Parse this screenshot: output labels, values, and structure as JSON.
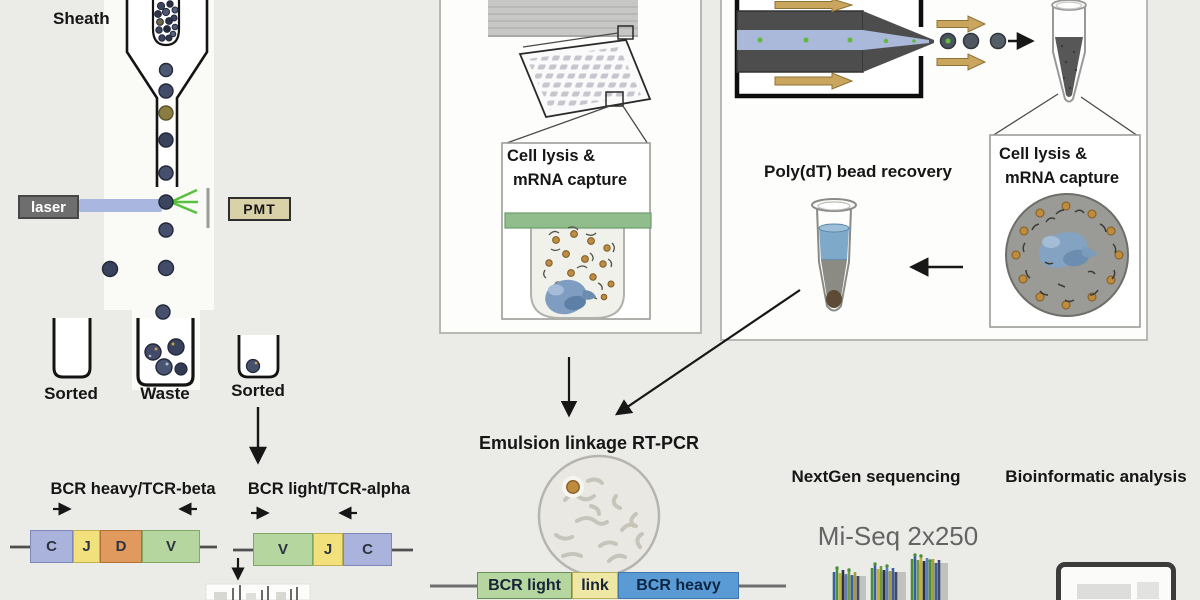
{
  "palette": {
    "background": "#ebece8",
    "segment_c_blue": "#a9b3dc",
    "segment_j_yellow": "#f1e07c",
    "segment_d_orange": "#e09a5e",
    "segment_v_green": "#b5d69e",
    "link_yellow": "#efe8a4",
    "bcr_heavy_blue": "#5b9bd5",
    "lid_green": "#90bd8b",
    "bead_orange": "#bf8b3d",
    "laser_beam_blue": "#a9b6e0",
    "flash_green": "#58c03c",
    "flow_arrow_tan": "#c9a55e",
    "cell_navy": "#4d5874"
  },
  "facs": {
    "sheath_label": "Sheath",
    "laser_label": "laser",
    "pmt_label": "PMT",
    "sorted_left_label": "Sorted",
    "waste_label": "Waste",
    "sorted_right_label": "Sorted"
  },
  "gene_maps": {
    "heavy_title": "BCR heavy/TCR-beta",
    "light_title": "BCR light/TCR-alpha",
    "heavy_segments": [
      "C",
      "J",
      "D",
      "V"
    ],
    "light_segments": [
      "V",
      "J",
      "C"
    ]
  },
  "plate_panel": {
    "caption_line1": "Cell lysis &",
    "caption_line2": "mRNA capture"
  },
  "droplet_panel": {
    "caption_line1": "Cell lysis &",
    "caption_line2": "mRNA capture"
  },
  "recovery": {
    "label": "Poly(dT) bead recovery"
  },
  "emulsion": {
    "label": "Emulsion linkage RT-PCR"
  },
  "construct": {
    "left": "BCR light",
    "middle": "link",
    "right": "BCR heavy"
  },
  "sequencing": {
    "heading": "NextGen sequencing",
    "platform": "Mi-Seq 2x250"
  },
  "bioinformatics": {
    "heading": "Bioinformatic analysis"
  }
}
